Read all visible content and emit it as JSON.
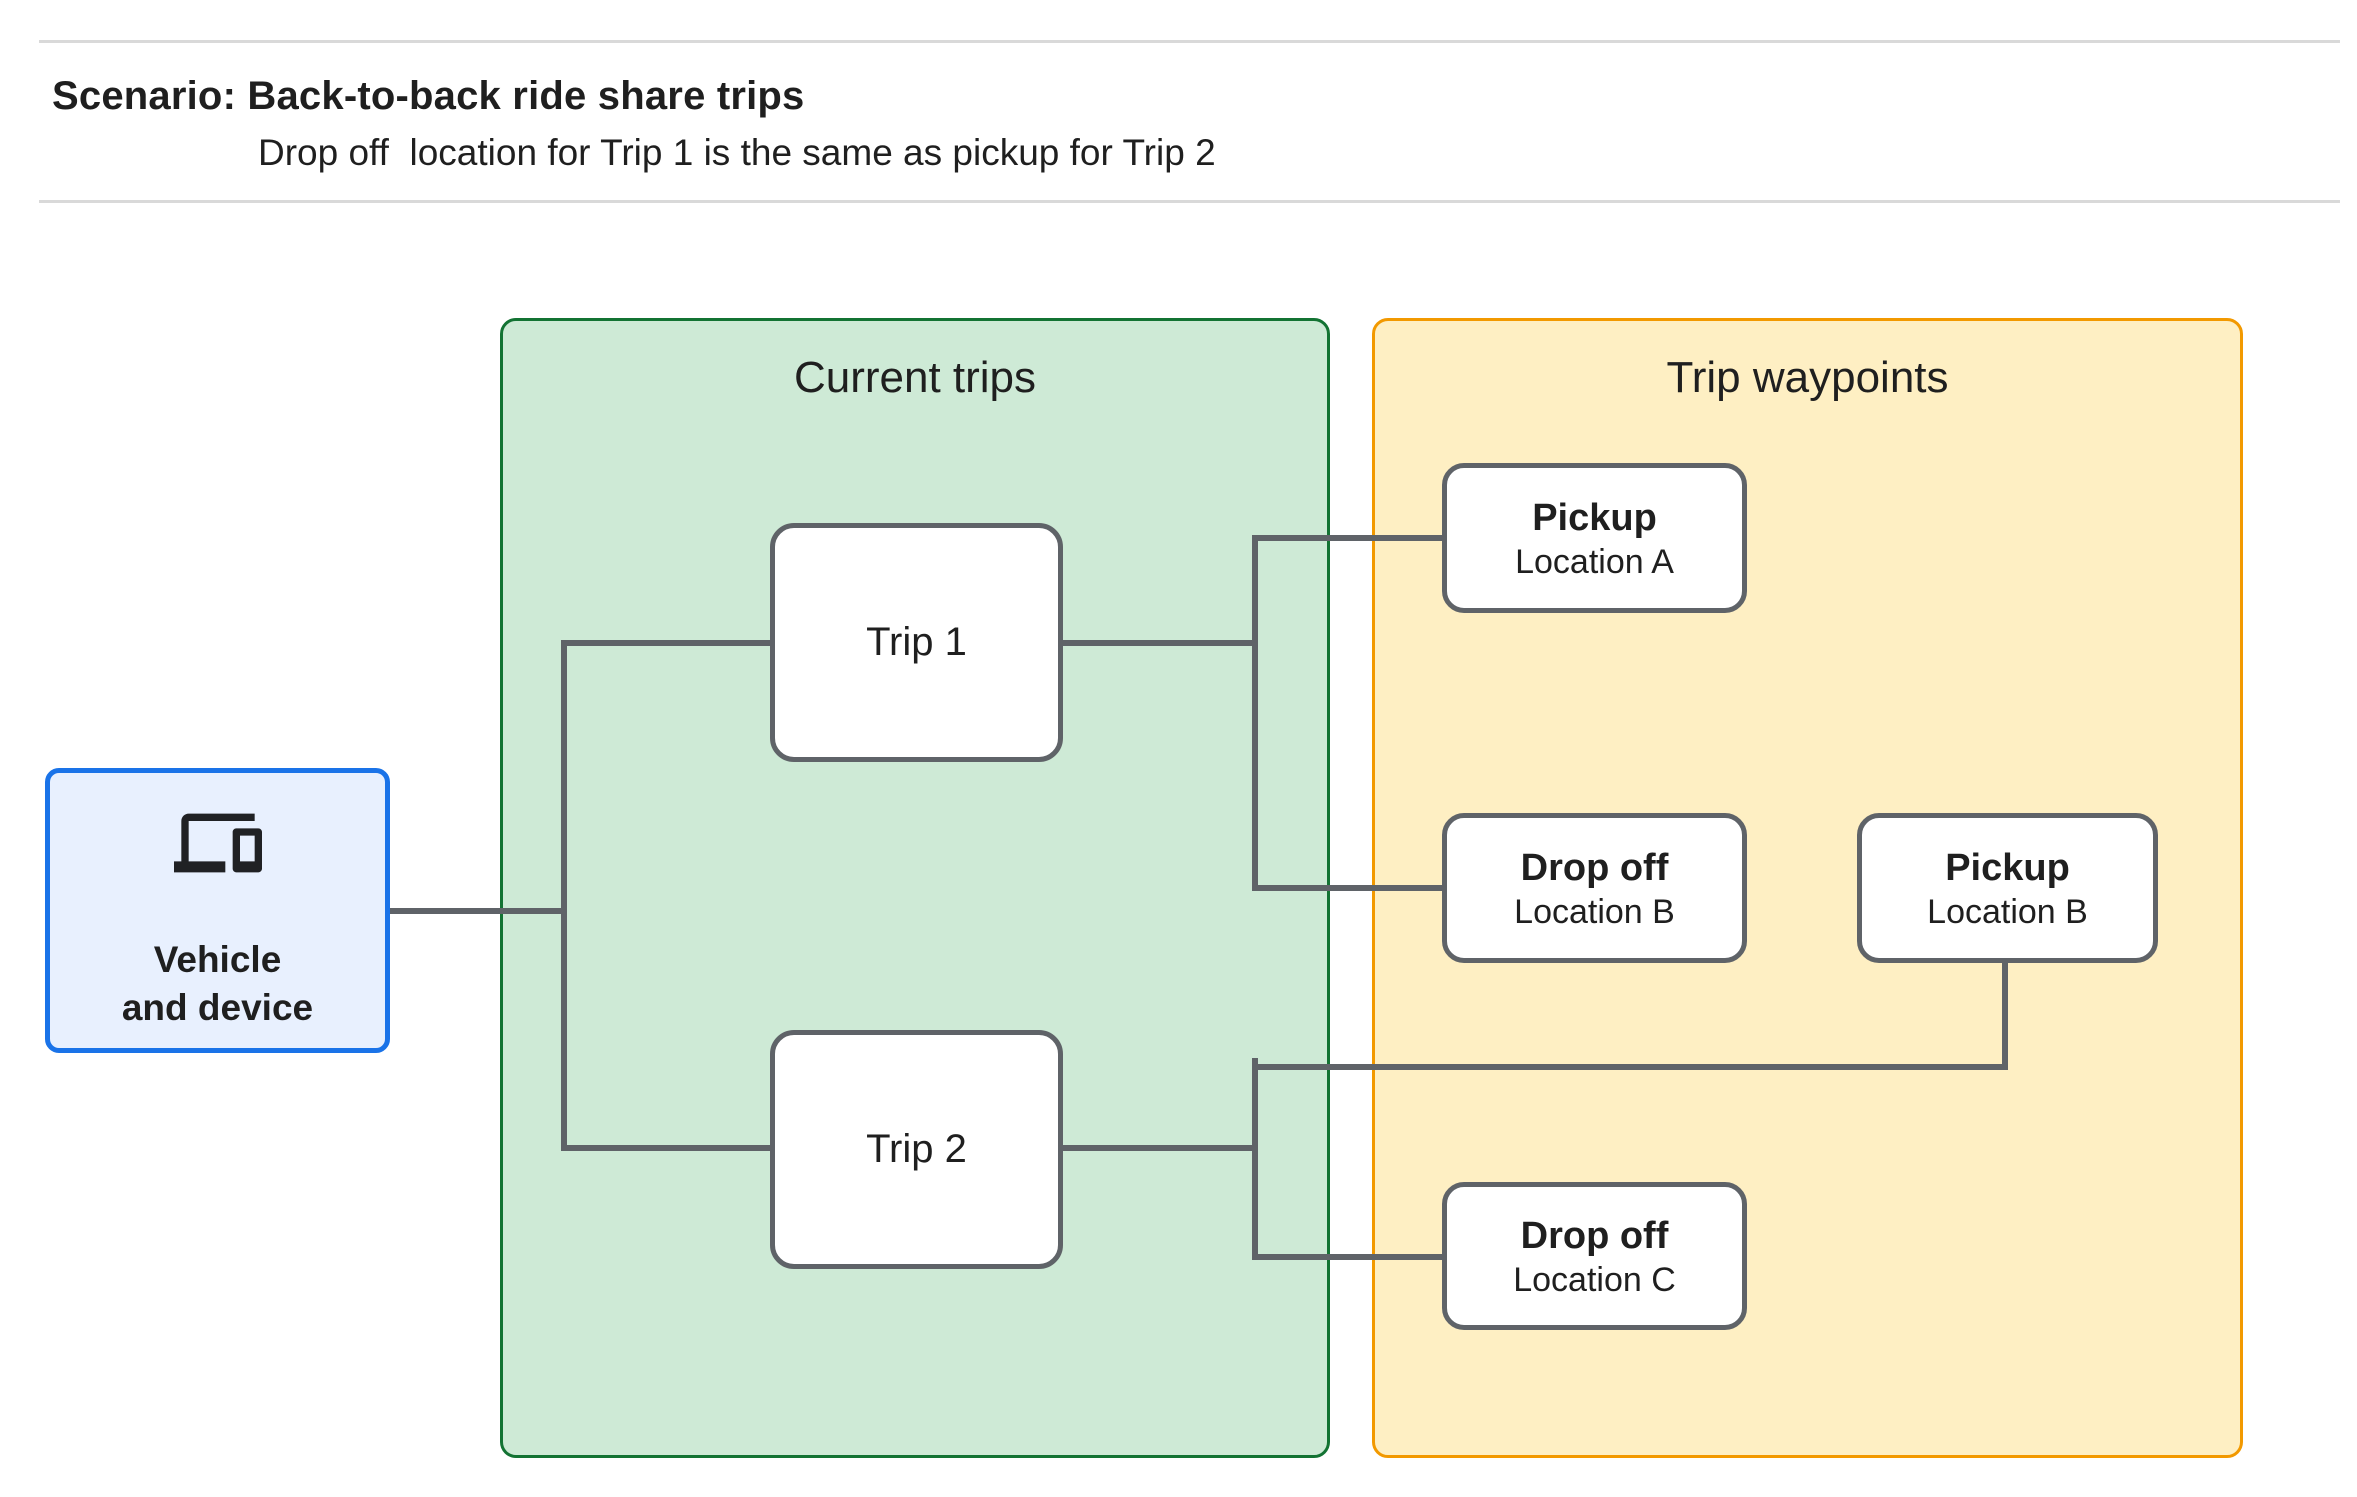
{
  "header": {
    "title": "Scenario: Back-to-back ride share trips",
    "subtitle": "Drop off  location for Trip 1 is the same as pickup for Trip 2"
  },
  "vehicle": {
    "icon": "devices-icon",
    "line1": "Vehicle",
    "line2": "and device"
  },
  "groups": {
    "current_trips": {
      "title": "Current trips"
    },
    "trip_waypoints": {
      "title": "Trip waypoints"
    }
  },
  "trips": [
    {
      "label": "Trip 1"
    },
    {
      "label": "Trip 2"
    }
  ],
  "waypoints": [
    {
      "type": "Pickup",
      "location": "Location A"
    },
    {
      "type": "Drop off",
      "location": "Location B"
    },
    {
      "type": "Pickup",
      "location": "Location B"
    },
    {
      "type": "Drop off",
      "location": "Location C"
    }
  ],
  "colors": {
    "page_bg": "#ffffff",
    "text": "#1f1f1f",
    "divider": "#d9d9d9",
    "connector": "#5f6368",
    "node_border": "#5f6368",
    "node_fill": "#ffffff",
    "vehicle_fill": "#e8f0fe",
    "vehicle_border": "#1a73e8",
    "current_trips_fill": "#ceead6",
    "current_trips_border": "#137333",
    "waypoints_fill": "#feefc3",
    "waypoints_border": "#f29900"
  }
}
